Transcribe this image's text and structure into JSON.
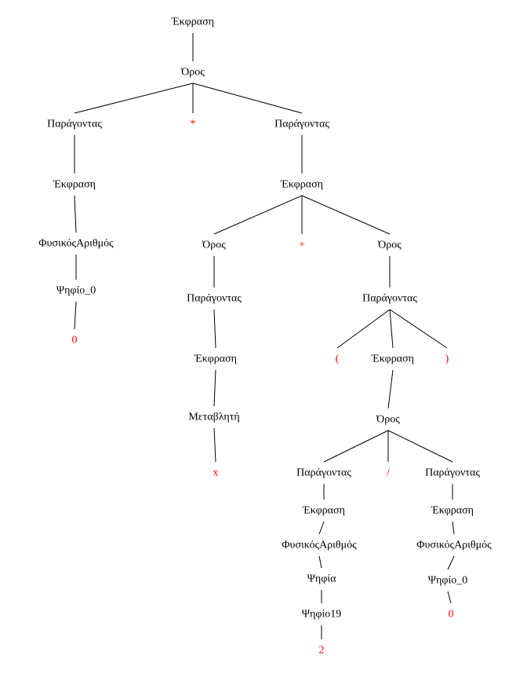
{
  "colors": {
    "nonterminal": "#000000",
    "terminal": "#ff0000",
    "edge": "#000000"
  },
  "tree": {
    "nodes": [
      {
        "id": "n1",
        "label": "Έκφραση",
        "terminal": false
      },
      {
        "id": "n2",
        "label": "Όρος",
        "terminal": false
      },
      {
        "id": "n3",
        "label": "Παράγοντας",
        "terminal": false
      },
      {
        "id": "n4",
        "label": "*",
        "terminal": true
      },
      {
        "id": "n5",
        "label": "Παράγοντας",
        "terminal": false
      },
      {
        "id": "n6",
        "label": "Έκφραση",
        "terminal": false
      },
      {
        "id": "n7",
        "label": "ΦυσικόςΑριθμός",
        "terminal": false
      },
      {
        "id": "n8",
        "label": "Ψηφίο_0",
        "terminal": false
      },
      {
        "id": "n9",
        "label": "0",
        "terminal": true
      },
      {
        "id": "n10",
        "label": "Έκφραση",
        "terminal": false
      },
      {
        "id": "n11",
        "label": "Όρος",
        "terminal": false
      },
      {
        "id": "n12",
        "label": "+",
        "terminal": true
      },
      {
        "id": "n13",
        "label": "Όρος",
        "terminal": false
      },
      {
        "id": "n14",
        "label": "Παράγοντας",
        "terminal": false
      },
      {
        "id": "n15",
        "label": "Έκφραση",
        "terminal": false
      },
      {
        "id": "n16",
        "label": "Μεταβλητή",
        "terminal": false
      },
      {
        "id": "n17",
        "label": "x",
        "terminal": true
      },
      {
        "id": "n18",
        "label": "Παράγοντας",
        "terminal": false
      },
      {
        "id": "n19",
        "label": "(",
        "terminal": true
      },
      {
        "id": "n20",
        "label": "Έκφραση",
        "terminal": false
      },
      {
        "id": "n21",
        "label": ")",
        "terminal": true
      },
      {
        "id": "n22",
        "label": "Όρος",
        "terminal": false
      },
      {
        "id": "n23",
        "label": "Παράγοντας",
        "terminal": false
      },
      {
        "id": "n24",
        "label": "/",
        "terminal": true
      },
      {
        "id": "n25",
        "label": "Παράγοντας",
        "terminal": false
      },
      {
        "id": "n26",
        "label": "Έκφραση",
        "terminal": false
      },
      {
        "id": "n27",
        "label": "ΦυσικόςΑριθμός",
        "terminal": false
      },
      {
        "id": "n28",
        "label": "Ψηφία",
        "terminal": false
      },
      {
        "id": "n29",
        "label": "Ψηφίο19",
        "terminal": false
      },
      {
        "id": "n30",
        "label": "2",
        "terminal": true
      },
      {
        "id": "n31",
        "label": "Έκφραση",
        "terminal": false
      },
      {
        "id": "n32",
        "label": "ΦυσικόςΑριθμός",
        "terminal": false
      },
      {
        "id": "n33",
        "label": "Ψηφίο_0",
        "terminal": false
      },
      {
        "id": "n34",
        "label": "0",
        "terminal": true
      }
    ],
    "edges": [
      [
        "n1",
        "n2"
      ],
      [
        "n2",
        "n3"
      ],
      [
        "n2",
        "n4"
      ],
      [
        "n2",
        "n5"
      ],
      [
        "n3",
        "n6"
      ],
      [
        "n6",
        "n7"
      ],
      [
        "n7",
        "n8"
      ],
      [
        "n8",
        "n9"
      ],
      [
        "n5",
        "n10"
      ],
      [
        "n10",
        "n11"
      ],
      [
        "n10",
        "n12"
      ],
      [
        "n10",
        "n13"
      ],
      [
        "n11",
        "n14"
      ],
      [
        "n14",
        "n15"
      ],
      [
        "n15",
        "n16"
      ],
      [
        "n16",
        "n17"
      ],
      [
        "n13",
        "n18"
      ],
      [
        "n18",
        "n19"
      ],
      [
        "n18",
        "n20"
      ],
      [
        "n18",
        "n21"
      ],
      [
        "n20",
        "n22"
      ],
      [
        "n22",
        "n23"
      ],
      [
        "n22",
        "n24"
      ],
      [
        "n22",
        "n25"
      ],
      [
        "n23",
        "n26"
      ],
      [
        "n26",
        "n27"
      ],
      [
        "n27",
        "n28"
      ],
      [
        "n28",
        "n29"
      ],
      [
        "n29",
        "n30"
      ],
      [
        "n25",
        "n31"
      ],
      [
        "n31",
        "n32"
      ],
      [
        "n32",
        "n33"
      ],
      [
        "n33",
        "n34"
      ]
    ]
  }
}
